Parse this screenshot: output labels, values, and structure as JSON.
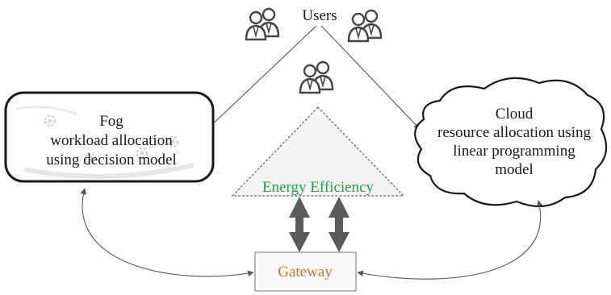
{
  "users": {
    "label": "Users"
  },
  "fog": {
    "title": "Fog",
    "lines": [
      "workload allocation",
      "using decision model"
    ]
  },
  "cloud": {
    "title": "Cloud",
    "lines": [
      "resource allocation using",
      "linear programming",
      "model"
    ]
  },
  "energy": {
    "label": "Energy Efficiency",
    "color": "#22a34a"
  },
  "gateway": {
    "label": "Gateway",
    "color": "#c8742c"
  },
  "colors": {
    "stroke": "#1a1a1a",
    "arrow": "#555555",
    "icon": "#4a4a4a"
  },
  "icons": [
    "users-icon",
    "gear-icon",
    "bidirectional-arrow-icon"
  ]
}
